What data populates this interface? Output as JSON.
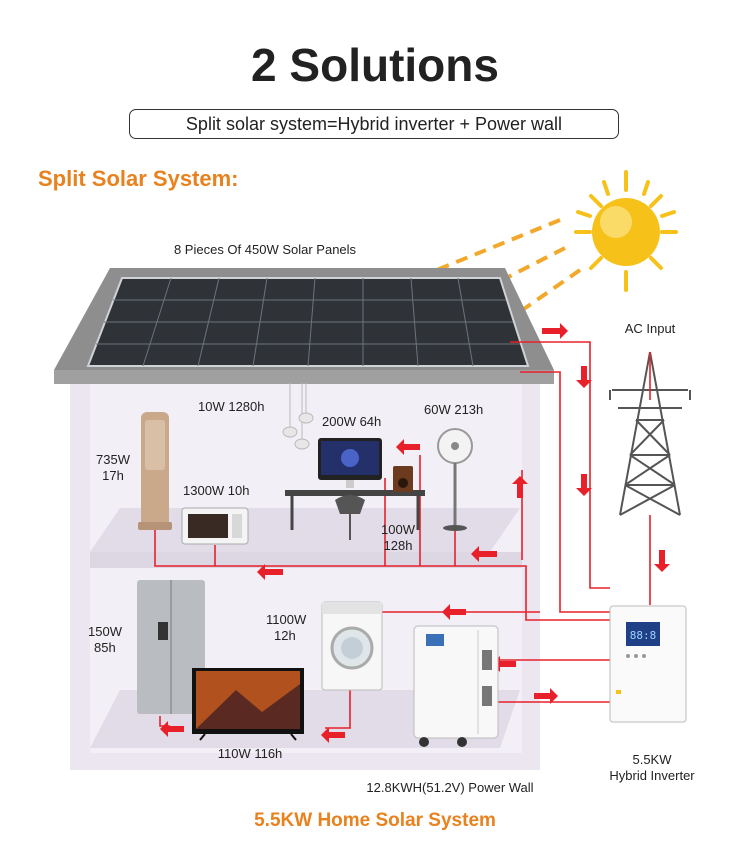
{
  "title": "2 Solutions",
  "subtitle": "Split  solar system=Hybrid inverter + Power wall",
  "section_heading": "Split  Solar System:",
  "labels": {
    "solar_panels": "8 Pieces Of 450W Solar Panels",
    "ac_input": "AC Input",
    "lights": "10W 1280h",
    "computer": "200W 64h",
    "fan": "60W 213h",
    "ac_unit_watt": "735W",
    "ac_unit_hours": "17h",
    "microwave": "1300W 10h",
    "speaker_watt": "100W",
    "speaker_hours": "128h",
    "washer_watt": "1100W",
    "washer_hours": "12h",
    "fridge_watt": "150W",
    "fridge_hours": "85h",
    "tv": "110W 116h",
    "power_wall": "12.8KWH(51.2V) Power Wall",
    "inverter_line1": "5.5KW",
    "inverter_line2": "Hybrid Inverter"
  },
  "inverter_display": "88:8",
  "footer": "5.5KW Home Solar System",
  "colors": {
    "accent_orange": "#e8821e",
    "wire_red": "#e8202a",
    "sun_yellow": "#f6c21a",
    "house_fill": "#ece6f0",
    "roof_gray": "#8e8e8e",
    "panel_dark": "#2f3338"
  }
}
